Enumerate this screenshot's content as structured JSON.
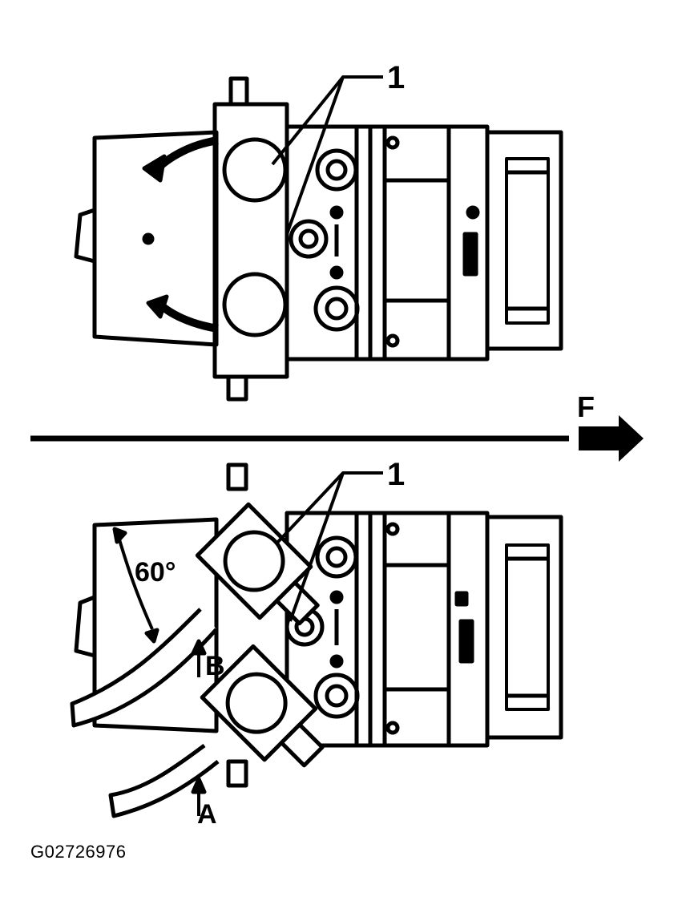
{
  "figure_id": "G02726976",
  "labels": {
    "top_callout": "1",
    "bottom_callout": "1",
    "direction": "F",
    "angle": "60°",
    "hose_a": "A",
    "hose_b": "B"
  },
  "colors": {
    "ink": "#000000",
    "paper": "#ffffff"
  }
}
